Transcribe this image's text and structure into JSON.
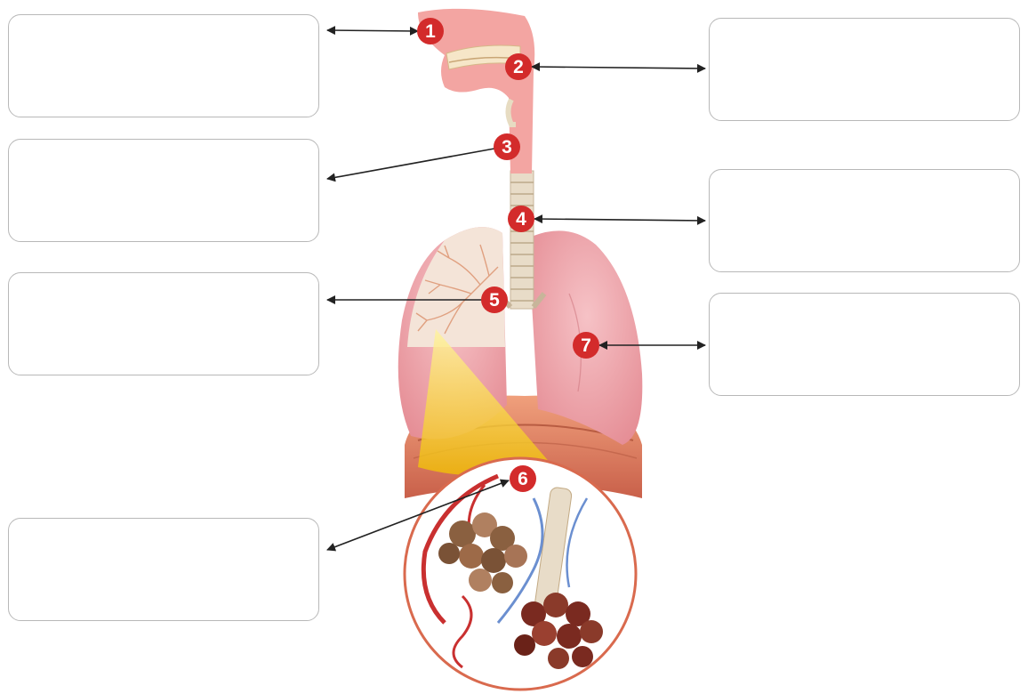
{
  "colors": {
    "marker": "#d32b2b",
    "box_border": "#b8b8b8",
    "arrow": "#222222",
    "lung": "#ef9ea4",
    "diaphragm": "#e07a5a",
    "zoom_highlight": "#f5d020",
    "zoom_circle_border": "#d96a4e",
    "trachea": "#e8dcc8"
  },
  "boxes": [
    {
      "id": "1",
      "text": ""
    },
    {
      "id": "2",
      "text": ""
    },
    {
      "id": "3",
      "text": ""
    },
    {
      "id": "4",
      "text": ""
    },
    {
      "id": "5",
      "text": ""
    },
    {
      "id": "6",
      "text": ""
    },
    {
      "id": "7",
      "text": ""
    }
  ],
  "markers": [
    {
      "label": "1"
    },
    {
      "label": "2"
    },
    {
      "label": "3"
    },
    {
      "label": "4"
    },
    {
      "label": "5"
    },
    {
      "label": "6"
    },
    {
      "label": "7"
    }
  ]
}
